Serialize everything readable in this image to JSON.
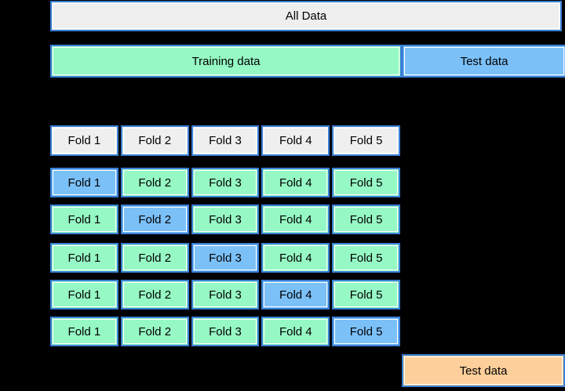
{
  "diagram": {
    "title_bar": {
      "label": "All Data"
    },
    "split_bars": [
      {
        "label": "Training data",
        "kind": "training",
        "color": "#96f8c4"
      },
      {
        "label": "Test data",
        "kind": "test",
        "color": "#7cc0f8"
      }
    ],
    "fold_header": {
      "labels": [
        "Fold 1",
        "Fold 2",
        "Fold 3",
        "Fold 4",
        "Fold 5"
      ],
      "color": "#efefef"
    },
    "cv_rows": [
      {
        "labels": [
          "Fold 1",
          "Fold 2",
          "Fold 3",
          "Fold 4",
          "Fold 5"
        ],
        "roles": [
          "test",
          "train",
          "train",
          "train",
          "train"
        ]
      },
      {
        "labels": [
          "Fold 1",
          "Fold 2",
          "Fold 3",
          "Fold 4",
          "Fold 5"
        ],
        "roles": [
          "train",
          "test",
          "train",
          "train",
          "train"
        ]
      },
      {
        "labels": [
          "Fold 1",
          "Fold 2",
          "Fold 3",
          "Fold 4",
          "Fold 5"
        ],
        "roles": [
          "train",
          "train",
          "test",
          "train",
          "train"
        ]
      },
      {
        "labels": [
          "Fold 1",
          "Fold 2",
          "Fold 3",
          "Fold 4",
          "Fold 5"
        ],
        "roles": [
          "train",
          "train",
          "train",
          "test",
          "train"
        ]
      },
      {
        "labels": [
          "Fold 1",
          "Fold 2",
          "Fold 3",
          "Fold 4",
          "Fold 5"
        ],
        "roles": [
          "train",
          "train",
          "train",
          "train",
          "test"
        ]
      }
    ],
    "final_test": {
      "label": "Test data",
      "color": "#fdcf9a"
    },
    "colors": {
      "border": "#3a7fd5",
      "neutral_fill": "#efefef",
      "training_fill": "#96f8c4",
      "test_fill": "#7cc0f8",
      "final_test_fill": "#fdcf9a",
      "background": "#000000",
      "text": "#000000"
    }
  }
}
